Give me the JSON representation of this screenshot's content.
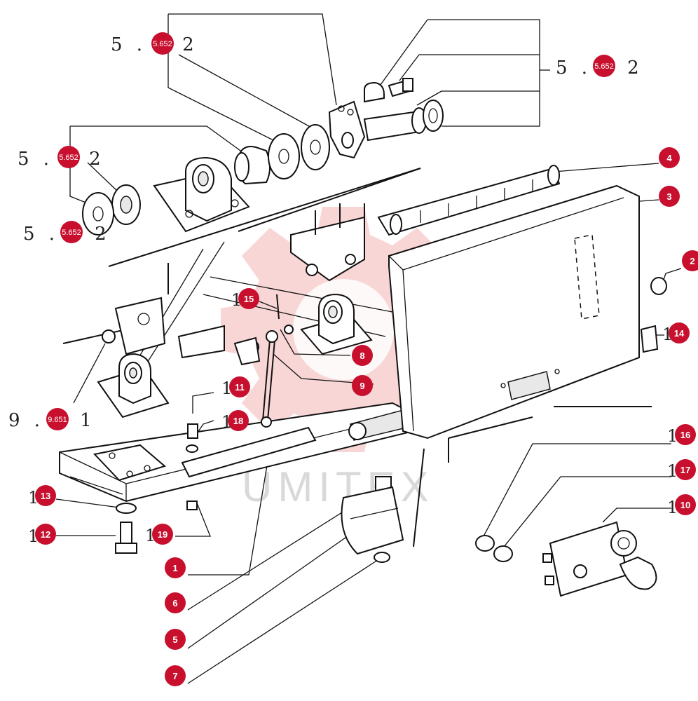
{
  "colors": {
    "marker": "#c8102e",
    "line": "#111111",
    "watermark": "#d9d9d9",
    "watermark_gear": "#f3b5b5"
  },
  "watermark": {
    "text": "UMITEX"
  },
  "references": [
    {
      "id": "ref-top-left",
      "text": "5 . 5 2",
      "marker": "5.652"
    },
    {
      "id": "ref-top-right",
      "text": "5 . 5 2",
      "marker": "5.652"
    },
    {
      "id": "ref-mid-left",
      "text": "5 . 5 2",
      "marker": "5.652"
    },
    {
      "id": "ref-lower-left",
      "text": "5 . 5 2",
      "marker": "5.652"
    },
    {
      "id": "ref-bottom-left",
      "text": "9 . 5 1",
      "marker": "9.651"
    }
  ],
  "callouts": [
    {
      "id": "1",
      "label": "1"
    },
    {
      "id": "2",
      "label": "2"
    },
    {
      "id": "3",
      "label": "3"
    },
    {
      "id": "4",
      "label": "4"
    },
    {
      "id": "5",
      "label": "5"
    },
    {
      "id": "6",
      "label": "6"
    },
    {
      "id": "7",
      "label": "7"
    },
    {
      "id": "8",
      "label": "8"
    },
    {
      "id": "9",
      "label": "9"
    },
    {
      "id": "10",
      "label": "10",
      "prefix": "1"
    },
    {
      "id": "11",
      "label": "11",
      "prefix": "1"
    },
    {
      "id": "12",
      "label": "12",
      "prefix": "1"
    },
    {
      "id": "13",
      "label": "13",
      "prefix": "1"
    },
    {
      "id": "14",
      "label": "14",
      "prefix": "1"
    },
    {
      "id": "15",
      "label": "15",
      "prefix": "1"
    },
    {
      "id": "16",
      "label": "16",
      "prefix": "1"
    },
    {
      "id": "17",
      "label": "17",
      "prefix": "1"
    },
    {
      "id": "18",
      "label": "18",
      "prefix": "1"
    },
    {
      "id": "19",
      "label": "19",
      "prefix": "1"
    }
  ]
}
